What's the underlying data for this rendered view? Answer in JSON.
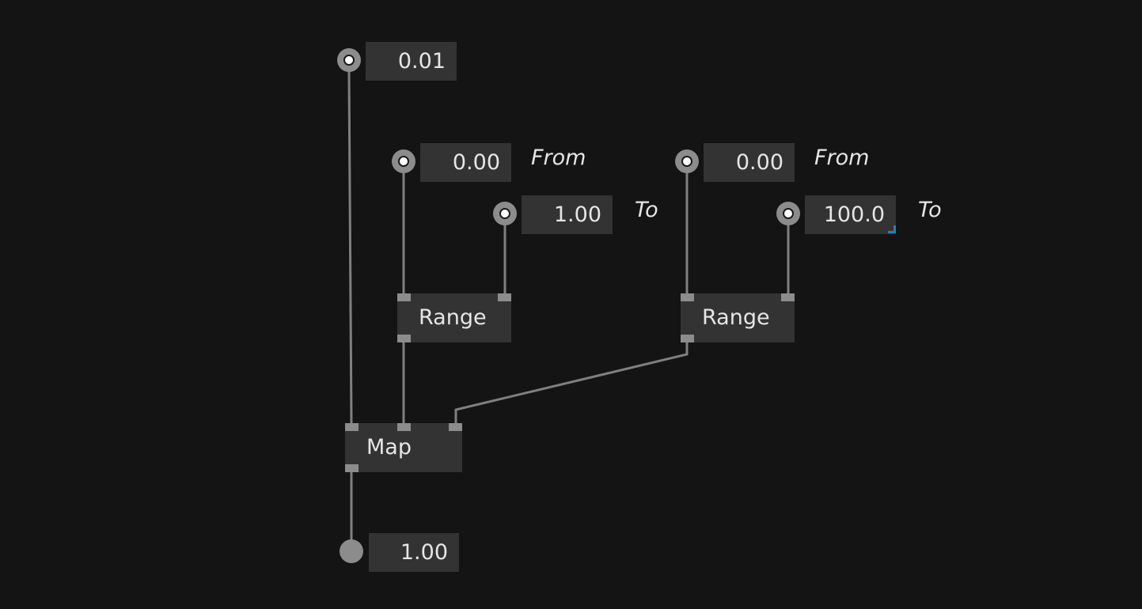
{
  "wire_color": "#808080",
  "node_color": "#333333",
  "pin_color": "#8c8c8c",
  "selection_color": "#2a7fb5",
  "iobox_top": {
    "value": "0.01"
  },
  "range1": {
    "from_value": "0.00",
    "from_label": "From",
    "to_value": "1.00",
    "to_label": "To",
    "node_label": "Range"
  },
  "range2": {
    "from_value": "0.00",
    "from_label": "From",
    "to_value": "100.0",
    "to_label": "To",
    "node_label": "Range"
  },
  "map_node": {
    "label": "Map"
  },
  "iobox_output": {
    "value": "1.00"
  }
}
